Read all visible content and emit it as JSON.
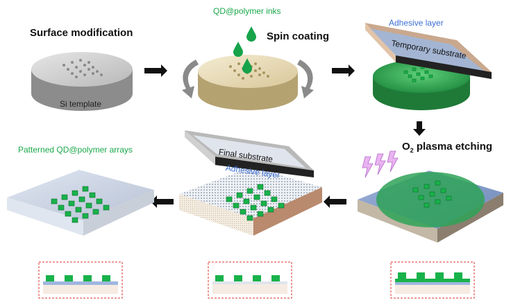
{
  "labels": {
    "surface_modification": "Surface modification",
    "si_template": "Si template",
    "inks": "QD@polymer inks",
    "spin_coating": "Spin coating",
    "adhesive_layer_top": "Adhesive layer",
    "temporary_substrate": "Temporary substrate",
    "plasma_etching_o": "O",
    "plasma_etching_sub": "2",
    "plasma_etching_rest": " plasma etching",
    "patterned_arrays": "Patterned QD@polymer arrays",
    "final_substrate": "Final substrate",
    "adhesive_layer_bottom": "Adhesive layer"
  },
  "icons": [
    "arrow-right-icon",
    "arrow-down-icon",
    "arrow-left-icon",
    "lightning-icon",
    "rotation-arrow-icon",
    "droplet-icon"
  ],
  "colors": {
    "qd_green": "#18b24a",
    "blue_text": "#3b6fd6",
    "green_text": "#1aa84a",
    "inset_border": "#d9342b",
    "substrate_blue": "#8fa6cf",
    "silver": "#c8c8c8",
    "beige": "#e8dcbc"
  }
}
